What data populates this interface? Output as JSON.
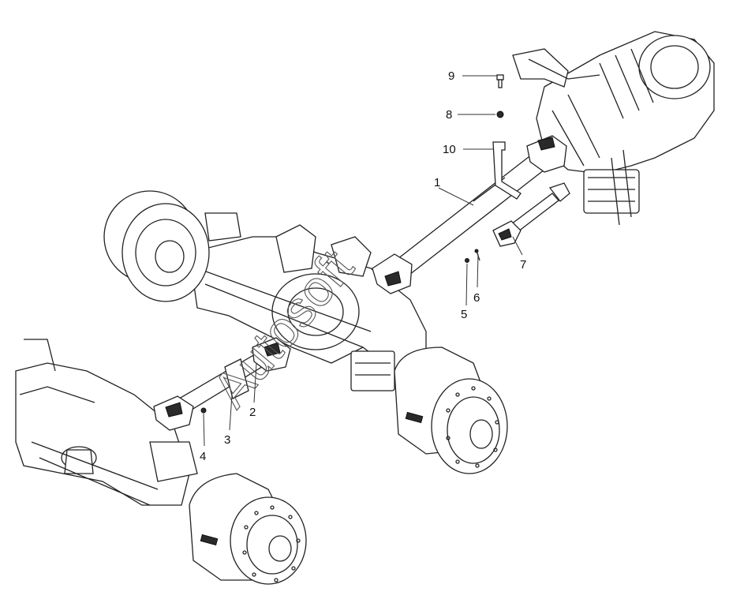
{
  "diagram": {
    "callouts": [
      {
        "id": "callout-1",
        "label": "1"
      },
      {
        "id": "callout-2",
        "label": "2"
      },
      {
        "id": "callout-3",
        "label": "3"
      },
      {
        "id": "callout-4",
        "label": "4"
      },
      {
        "id": "callout-5",
        "label": "5"
      },
      {
        "id": "callout-6",
        "label": "6"
      },
      {
        "id": "callout-7",
        "label": "7"
      },
      {
        "id": "callout-8",
        "label": "8"
      },
      {
        "id": "callout-9",
        "label": "9"
      },
      {
        "id": "callout-10",
        "label": "10"
      }
    ],
    "watermark": "Autosoft"
  }
}
